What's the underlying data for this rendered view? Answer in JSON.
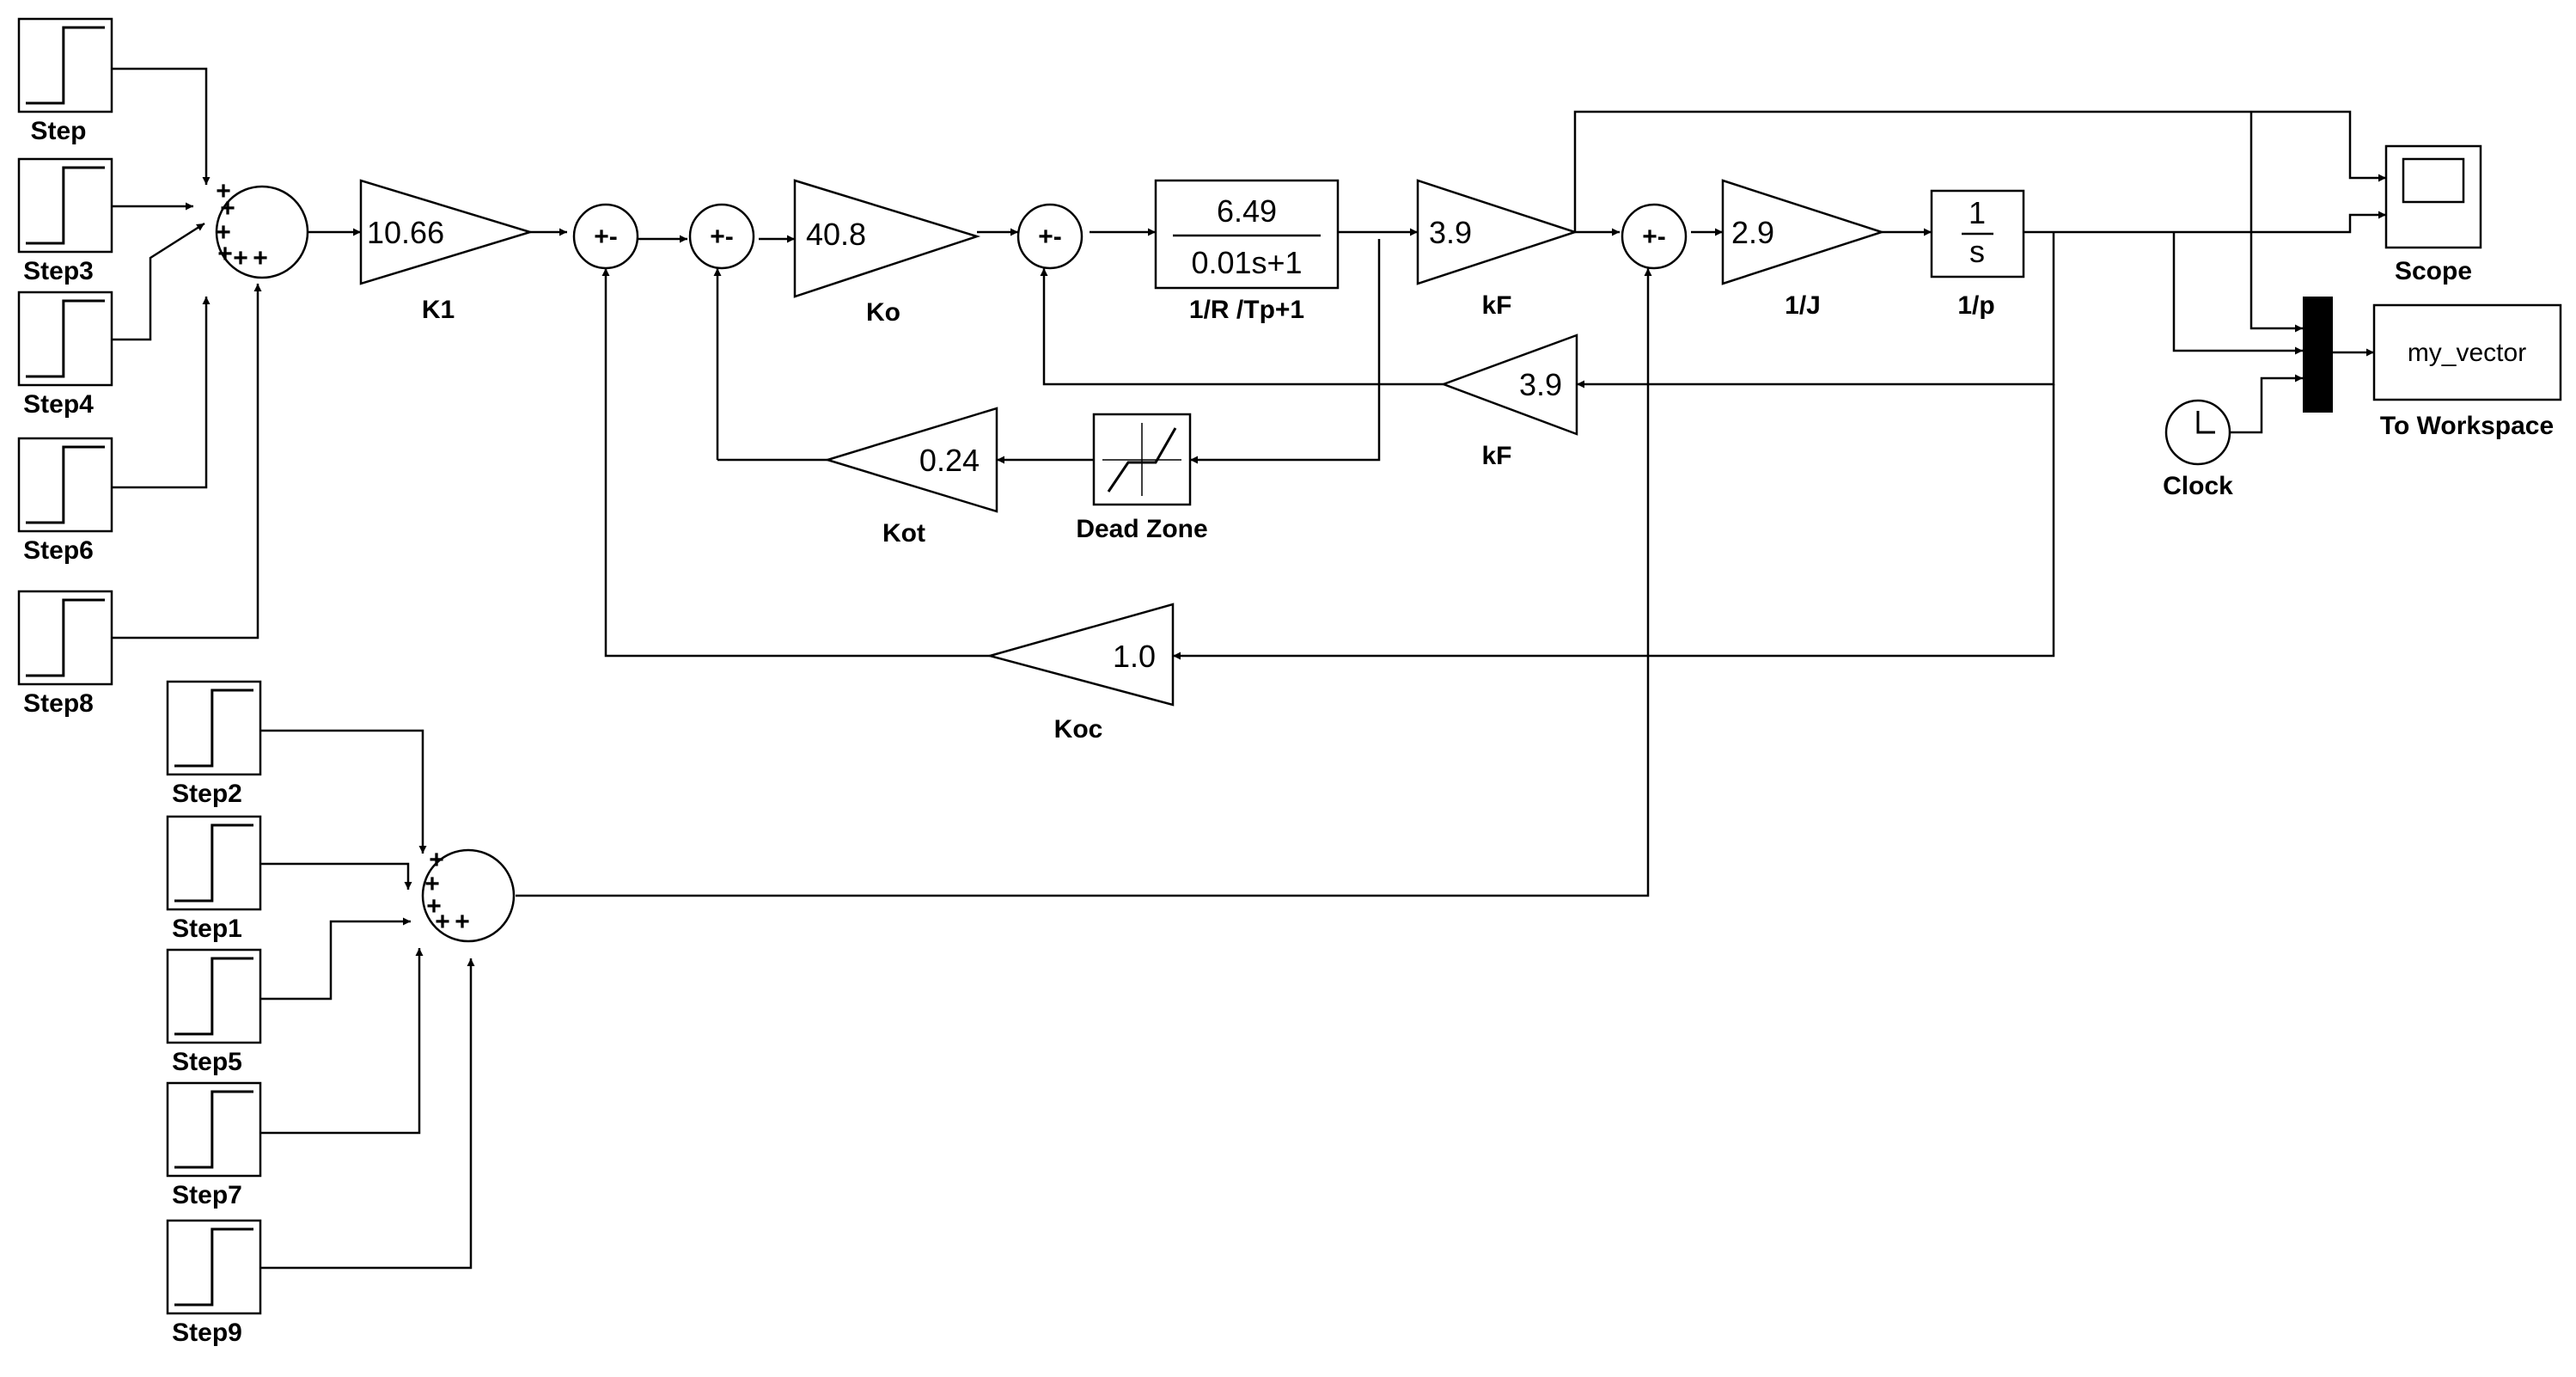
{
  "step_blocks": [
    {
      "id": "step",
      "label": "Step"
    },
    {
      "id": "step3",
      "label": "Step3"
    },
    {
      "id": "step4",
      "label": "Step4"
    },
    {
      "id": "step6",
      "label": "Step6"
    },
    {
      "id": "step8",
      "label": "Step8"
    },
    {
      "id": "step2",
      "label": "Step2"
    },
    {
      "id": "step1",
      "label": "Step1"
    },
    {
      "id": "step5",
      "label": "Step5"
    },
    {
      "id": "step7",
      "label": "Step7"
    },
    {
      "id": "step9",
      "label": "Step9"
    }
  ],
  "sum_signs": {
    "plus": "+",
    "minus": "-",
    "plus_minus": "+-"
  },
  "gains": {
    "k1": {
      "value": "10.66",
      "label": "K1"
    },
    "ko": {
      "value": "40.8",
      "label": "Ko"
    },
    "kf1": {
      "value": "3.9",
      "label": "kF"
    },
    "inv_j": {
      "value": "2.9",
      "label": "1/J"
    },
    "kf_fb": {
      "value": "3.9",
      "label": "kF"
    },
    "kot": {
      "value": "0.24",
      "label": "Kot"
    },
    "koc": {
      "value": "1.0",
      "label": "Koc"
    }
  },
  "transfer_fn": {
    "numerator": "6.49",
    "denominator": "0.01s+1",
    "label": "1/R /Tp+1"
  },
  "integrator": {
    "numerator": "1",
    "denominator": "s",
    "label": "1/p"
  },
  "dead_zone": {
    "label": "Dead Zone"
  },
  "scope": {
    "label": "Scope"
  },
  "workspace": {
    "value": "my_vector",
    "label": "To Workspace"
  },
  "clock": {
    "label": "Clock"
  }
}
